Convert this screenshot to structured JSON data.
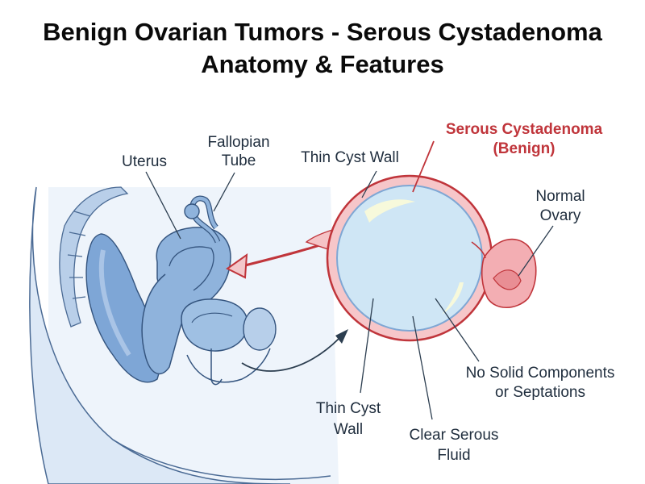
{
  "title_line1": "Benign Ovarian Tumors - Serous Cystadenoma",
  "title_line2": "Anatomy & Features",
  "labels": {
    "uterus": "Uterus",
    "fallopian_1": "Fallopian",
    "fallopian_2": "Tube",
    "thin_wall_top": "Thin Cyst Wall",
    "serous_1": "Serous Cystadenoma",
    "serous_2": "(Benign)",
    "normal_1": "Normal",
    "normal_2": "Ovary",
    "no_solid_1": "No Solid Components",
    "no_solid_2": "or Septations",
    "thin_wall_bottom_1": "Thin Cyst",
    "thin_wall_bottom_2": "Wall",
    "clear_1": "Clear Serous",
    "clear_2": "Fluid"
  },
  "colors": {
    "cyst_wall": "#e06a70",
    "cyst_fluid": "#cfe6f5",
    "organ_blue": "#8fb3dc",
    "pelvis_bg": "#e4eef9",
    "label_red": "#c0353b"
  }
}
